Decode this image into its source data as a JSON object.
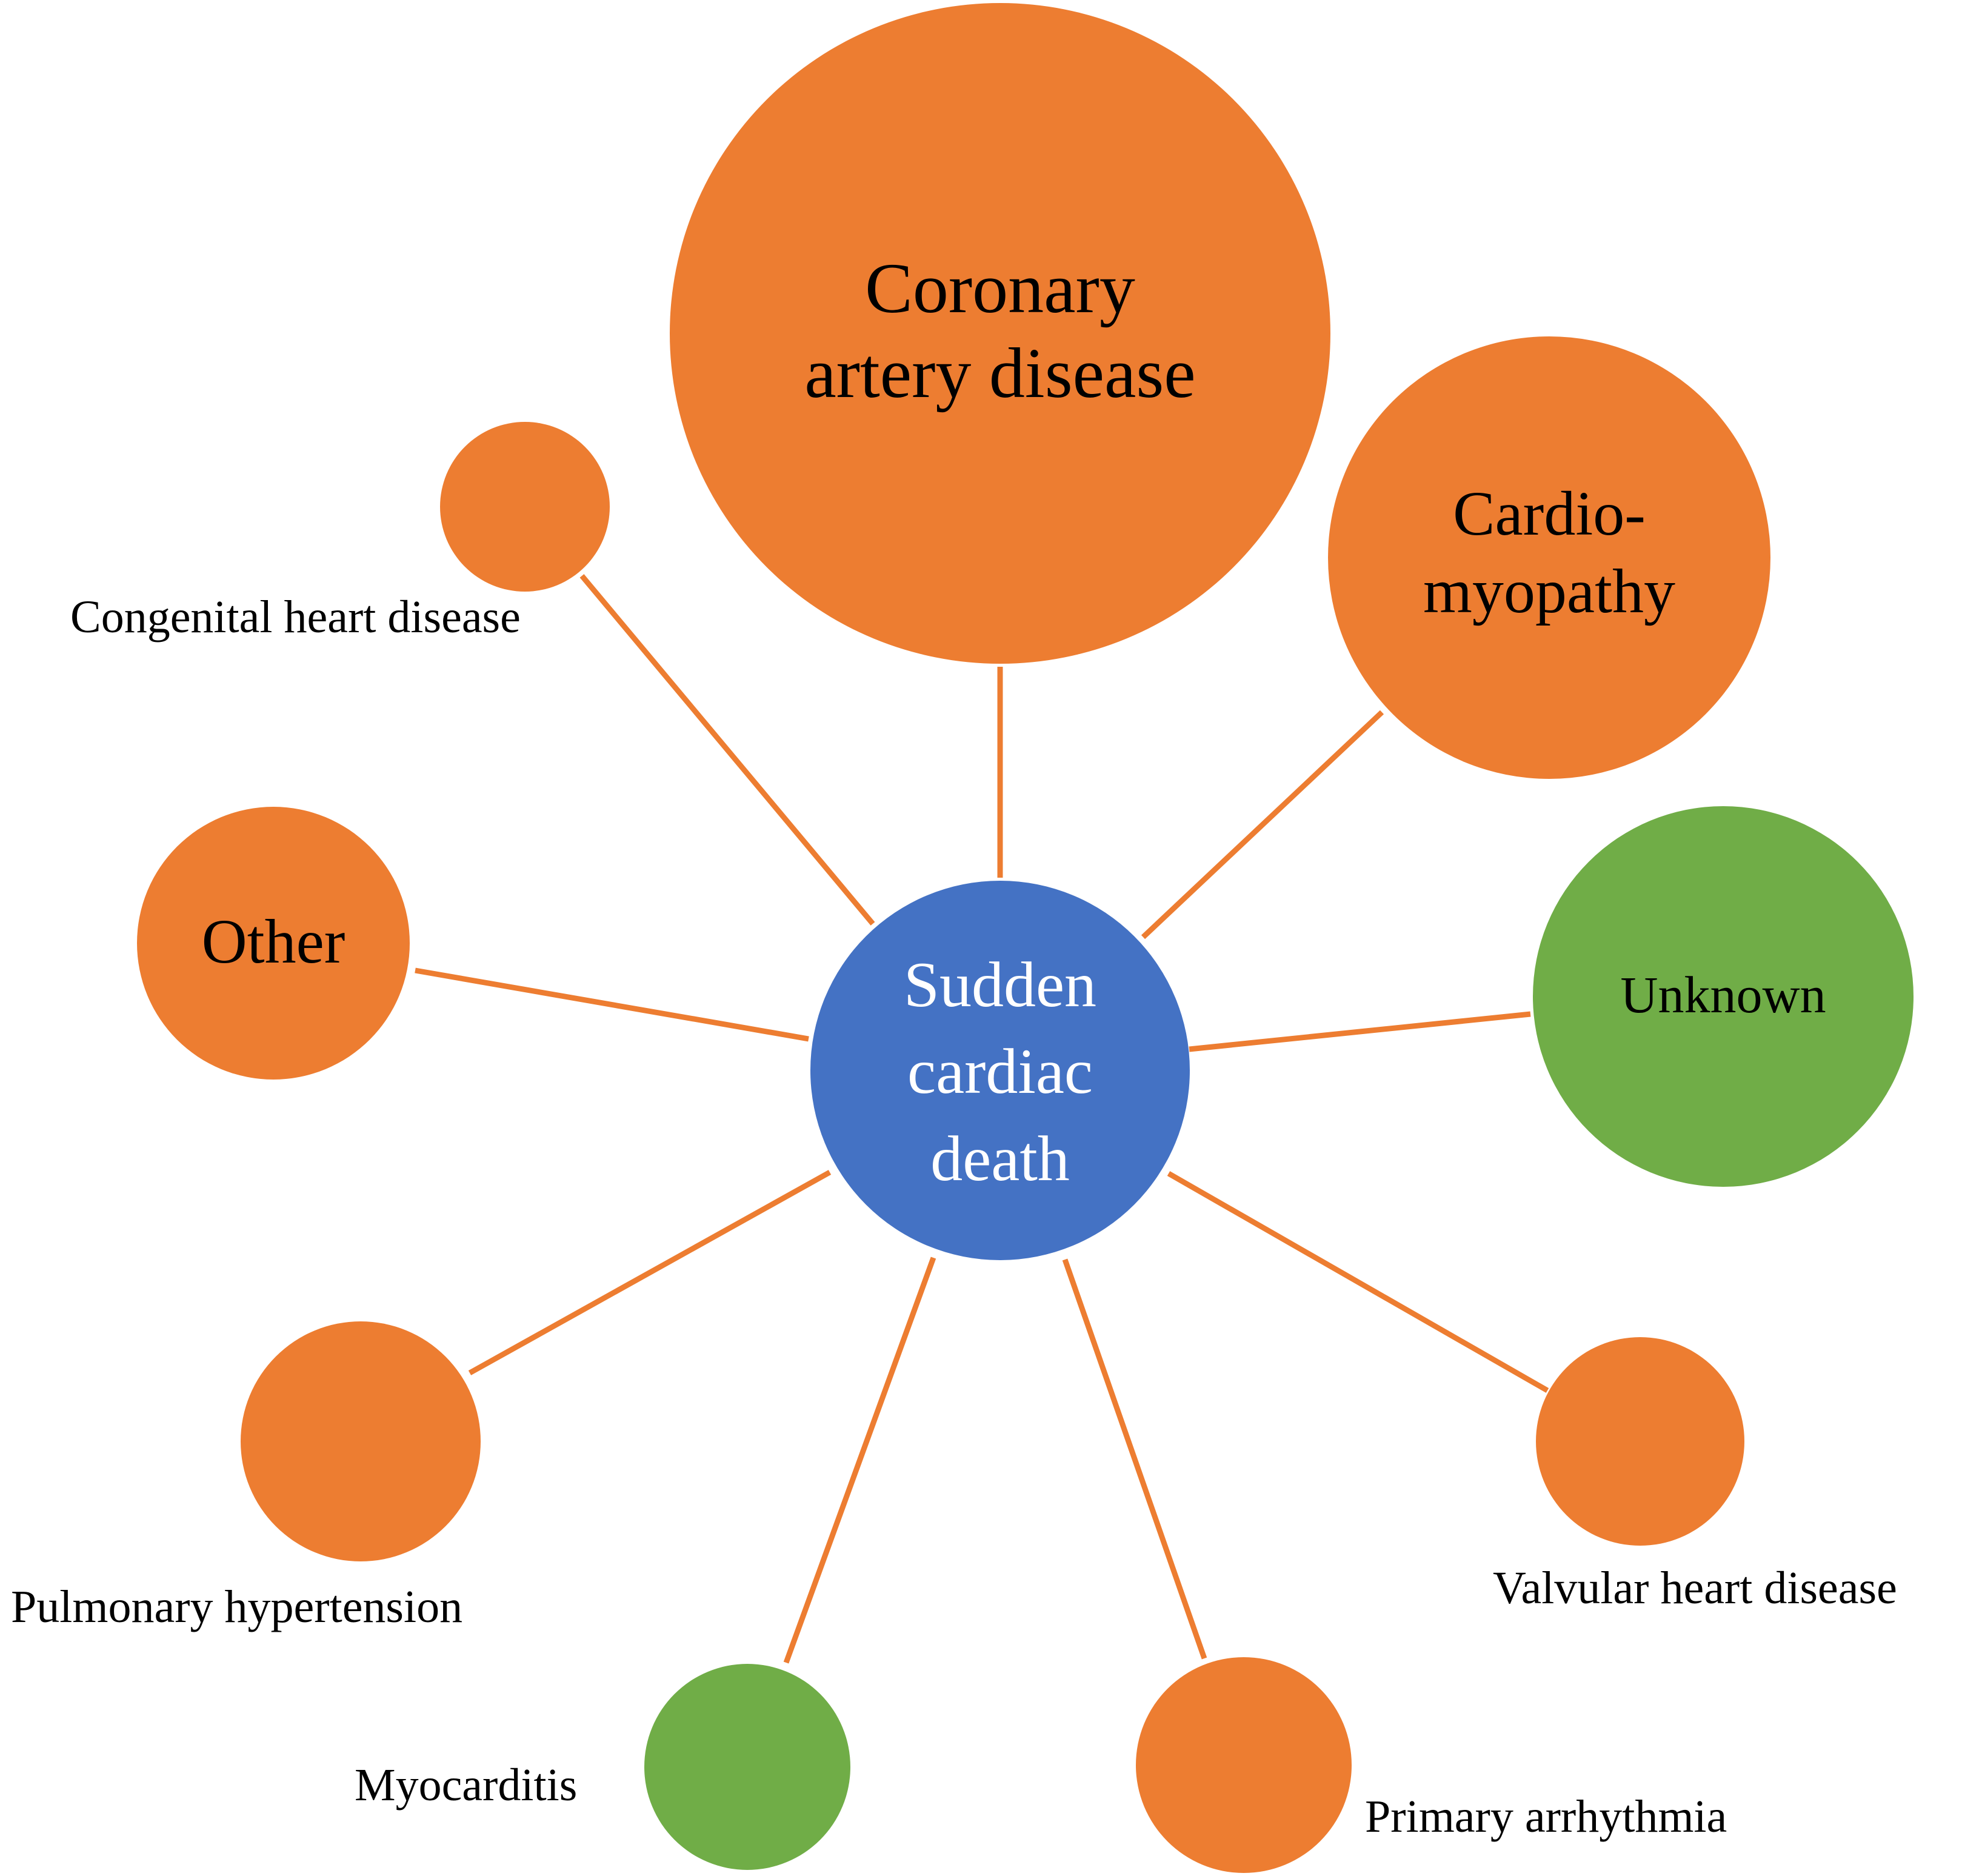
{
  "colors": {
    "orange": "#ED7D31",
    "green": "#70AD47",
    "blue": "#4472C4",
    "connector": "#ED7D31",
    "text_dark": "#000000",
    "text_light": "#FFFFFF"
  },
  "center": {
    "lines": [
      "Sudden",
      "cardiac",
      "death"
    ]
  },
  "nodes": {
    "coronary": {
      "lines": [
        "Coronary",
        "artery disease"
      ],
      "color": "orange"
    },
    "cardiomyopathy": {
      "lines": [
        "Cardio-",
        "myopathy"
      ],
      "color": "orange"
    },
    "unknown": {
      "lines": [
        "Unknown"
      ],
      "color": "green"
    },
    "valvular": {
      "label": "Valvular heart disease",
      "color": "orange"
    },
    "arrhythmia": {
      "label": "Primary arrhythmia",
      "color": "orange"
    },
    "myocarditis": {
      "label": "Myocarditis",
      "color": "green"
    },
    "pulmonary": {
      "label": "Pulmonary hypertension",
      "color": "orange"
    },
    "other": {
      "lines": [
        "Other"
      ],
      "color": "orange"
    },
    "congenital": {
      "label": "Congenital heart disease",
      "color": "orange"
    }
  }
}
